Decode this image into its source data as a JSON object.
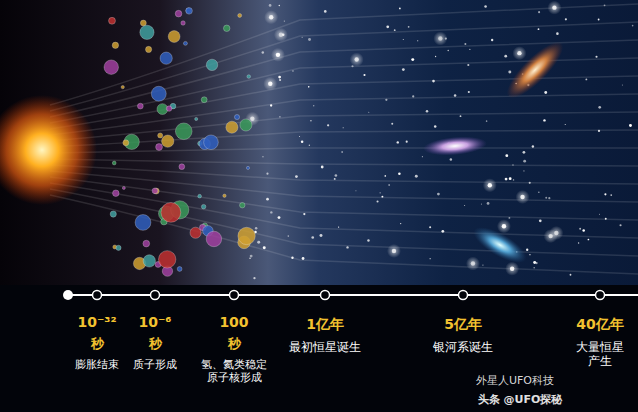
{
  "diagram": {
    "labels": [
      "10⁻³²",
      "秒",
      "膨胀结束",
      "10⁻⁶",
      "秒",
      "质子形成",
      "100",
      "秒",
      "氢、氦类稳定 原子核形成",
      "1亿年",
      "最初恒星诞生",
      "5亿年",
      "银河系诞生",
      "40亿年",
      "大量恒星 产生",
      "外星人UFO科技",
      "头条 @UFO探秘"
    ]
  }
}
